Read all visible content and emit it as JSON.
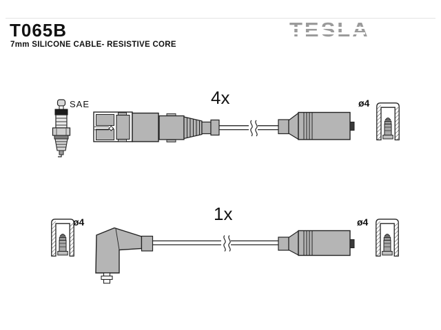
{
  "header": {
    "part_number": "T065B",
    "subtitle": "7mm SILICONE CABLE- RESISTIVE CORE",
    "brand": "TESLA"
  },
  "diagram": {
    "row1": {
      "quantity": "4x",
      "plug_standard": "SAE",
      "terminal_diameter": "ø4"
    },
    "row2": {
      "quantity": "1x",
      "terminal_diameter_left": "ø4",
      "terminal_diameter_right": "ø4"
    }
  },
  "colors": {
    "connector_fill": "#b5b5b5",
    "outline": "#1a1a1a",
    "brand_gray": "#9b9b9b"
  }
}
